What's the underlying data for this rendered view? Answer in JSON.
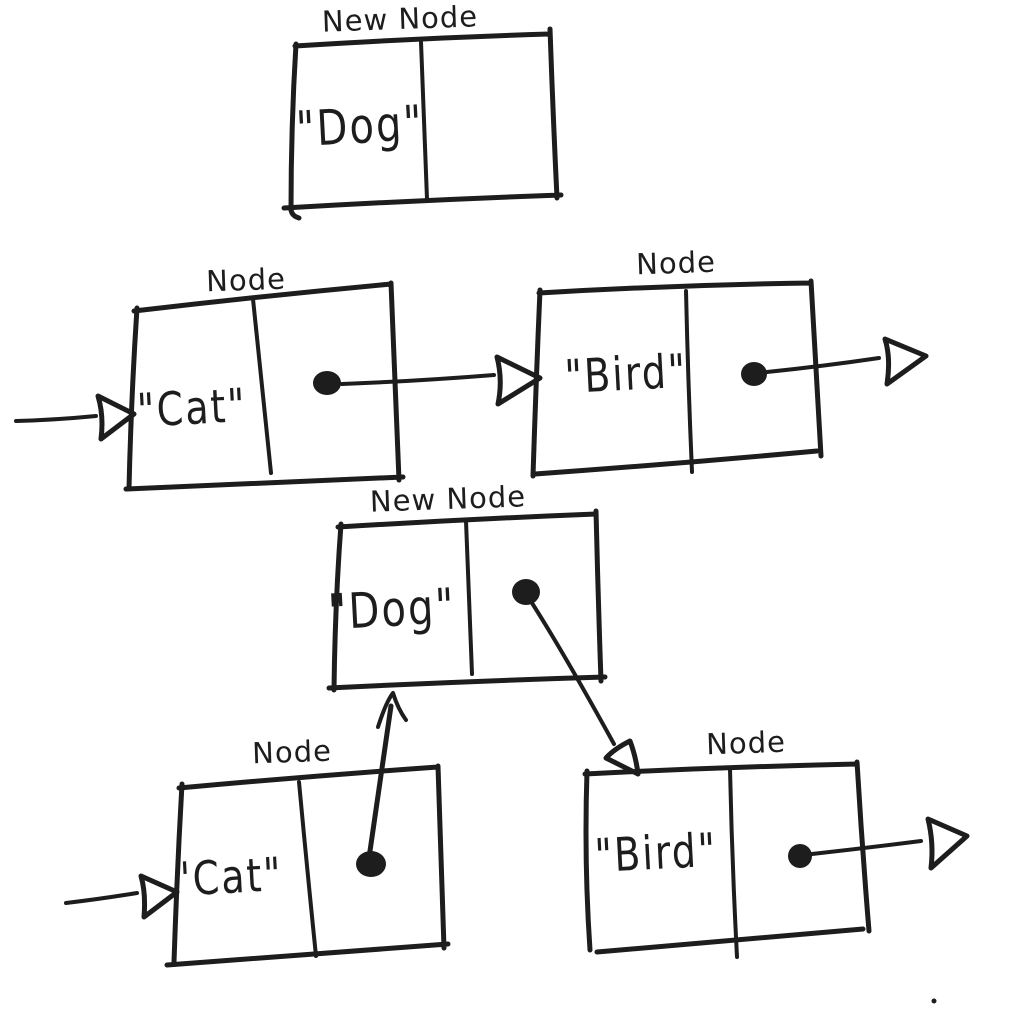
{
  "colors": {
    "background": "#ffffff",
    "ink": "#1d1d1d"
  },
  "top_new_node": {
    "label": "New Node",
    "value": "\"Dog\"",
    "next_cell": ""
  },
  "before_list": {
    "cat_node": {
      "label": "Node",
      "value": "\"Cat\""
    },
    "bird_node": {
      "label": "Node",
      "value": "\"Bird\""
    }
  },
  "after_list": {
    "new_node": {
      "label": "New Node",
      "value": "\"Dog\""
    },
    "cat_node": {
      "label": "Node",
      "value": "\"Cat\""
    },
    "bird_node": {
      "label": "Node",
      "value": "\"Bird\""
    }
  },
  "connections": {
    "before": [
      {
        "from": "head",
        "to": "cat_node"
      },
      {
        "from": "cat_node.next",
        "to": "bird_node"
      },
      {
        "from": "bird_node.next",
        "to": "null"
      }
    ],
    "after": [
      {
        "from": "head",
        "to": "cat_node"
      },
      {
        "from": "cat_node.next",
        "to": "new_node"
      },
      {
        "from": "new_node.next",
        "to": "bird_node"
      },
      {
        "from": "bird_node.next",
        "to": "null"
      }
    ]
  }
}
